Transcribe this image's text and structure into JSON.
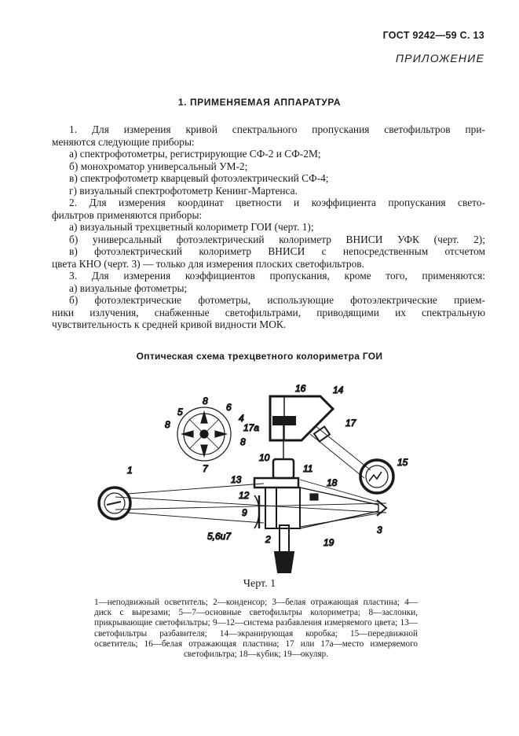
{
  "header": {
    "doc_ref": "ГОСТ 9242—59 С. 13",
    "appendix": "ПРИЛОЖЕНИЕ"
  },
  "section_title": "1. ПРИМЕНЯЕМАЯ АППАРАТУРА",
  "body_lines": [
    {
      "text": "1. Для измерения кривой спектрального пропускания светофильтров при-",
      "indent": true
    },
    {
      "text": "меняются следующие приборы:",
      "indent": false
    },
    {
      "text": "а) спектрофотометры, регистрирующие СФ-2 и СФ-2М;",
      "indent": true
    },
    {
      "text": "б) монохроматор универсальный УМ-2;",
      "indent": true
    },
    {
      "text": "в) спектрофотометр кварцевый фотоэлектрический СФ-4;",
      "indent": true
    },
    {
      "text": "г) визуальный спектрофотометр Кенинг-Мартенса.",
      "indent": true
    },
    {
      "text": "2. Для измерения координат цветности и коэффициента пропускания свето-",
      "indent": true
    },
    {
      "text": "фильтров применяются приборы:",
      "indent": false
    },
    {
      "text": "а) визуальный трехцветный колориметр ГОИ (черт. 1);",
      "indent": true
    },
    {
      "text": "б) универсальный фотоэлектрический колориметр ВНИСИ УФК (черт. 2);",
      "indent": true
    },
    {
      "text": "в) фотоэлектрический колориметр ВНИСИ с непосредственным отсчетом",
      "indent": true
    },
    {
      "text": "цвета КНО (черт. 3) — только для измерения плоских светофильтров.",
      "indent": false
    },
    {
      "text": "3. Для измерения коэффициентов пропускания, кроме того, применяются:",
      "indent": true
    },
    {
      "text": "а) визуальные фотометры;",
      "indent": true
    },
    {
      "text": "б) фотоэлектрические фотометры, использующие фотоэлектрические прием-",
      "indent": true
    },
    {
      "text": "ники излучения, снабженные светофильтрами, приводящими их спектральную",
      "indent": false
    },
    {
      "text": "чувствительность к средней кривой видности МОК.",
      "indent": false
    }
  ],
  "figure": {
    "title": "Оптическая схема трехцветного колориметра ГОИ",
    "caption": "Черт. 1",
    "labels": {
      "l1": "1",
      "l2": "2",
      "l3": "3",
      "l4": "4",
      "l5": "5",
      "l6": "6",
      "l7": "7",
      "l8a": "8",
      "l8b": "8",
      "l8c": "8",
      "l9": "9",
      "l10": "10",
      "l11": "11",
      "l12": "12",
      "l13": "13",
      "l14": "14",
      "l15": "15",
      "l16": "16",
      "l17": "17",
      "l17a": "17а",
      "l18": "18",
      "l19": "19",
      "l567": "5,6и7"
    },
    "legend": "1—неподвижный осветитель; 2—конденсор; 3—белая отражающая пластина; 4—диск с вырезами; 5—7—основные светофильтры колориметра; 8—заслонки, прикрывающие светофильтры; 9—12—система разбавления измеряемого цвета; 13—светофильтры разбавителя; 14—экранирующая коробка; 15—передвижной осветитель; 16—белая отражающая пластина; 17 или 17а—место измеряемого светофильтра; 18—кубик; 19—окуляр."
  }
}
